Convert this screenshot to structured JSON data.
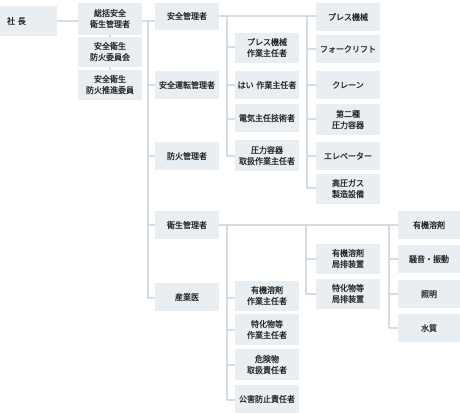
{
  "nodes": {
    "president": "社 長",
    "general_safety_manager": "総括安全\n衛生管理者",
    "safety_health_committee": "安全衛生\n防火委員会",
    "promotion_committee": "安全衛生\n防火推進委員",
    "safety_manager": "安全管理者",
    "safe_operation_manager": "安全運転管理者",
    "fire_prevention_manager": "防火管理者",
    "health_manager": "衛生管理者",
    "industrial_physician": "産業医",
    "press_chief": "プレス機械\n作業主任者",
    "stacking_chief": "はい 作業主任者",
    "electrical_chief": "電気主任技術者",
    "pressure_vessel_chief": "圧力容器\n取扱作業主任者",
    "press_machine": "プレス機械",
    "forklift": "フォークリフト",
    "crane": "クレーン",
    "class2_pressure_vessel": "第二種\n圧力容器",
    "elevator": "エレベーター",
    "high_pressure_gas": "高圧ガス\n製造設備",
    "organic_solvent_chief": "有機溶剤\n作業主任者",
    "specified_chemical_chief": "特化物等\n作業主任者",
    "hazardous_material_officer": "危険物\n取扱責任者",
    "pollution_control_officer": "公害防止責任者",
    "organic_solvent_exhaust": "有機溶剤\n局排装置",
    "specified_chemical_exhaust": "特化物等\n局排装置",
    "organic_solvent": "有機溶剤",
    "noise_vibration": "騒音・振動",
    "lighting": "照明",
    "water_quality": "水質"
  }
}
